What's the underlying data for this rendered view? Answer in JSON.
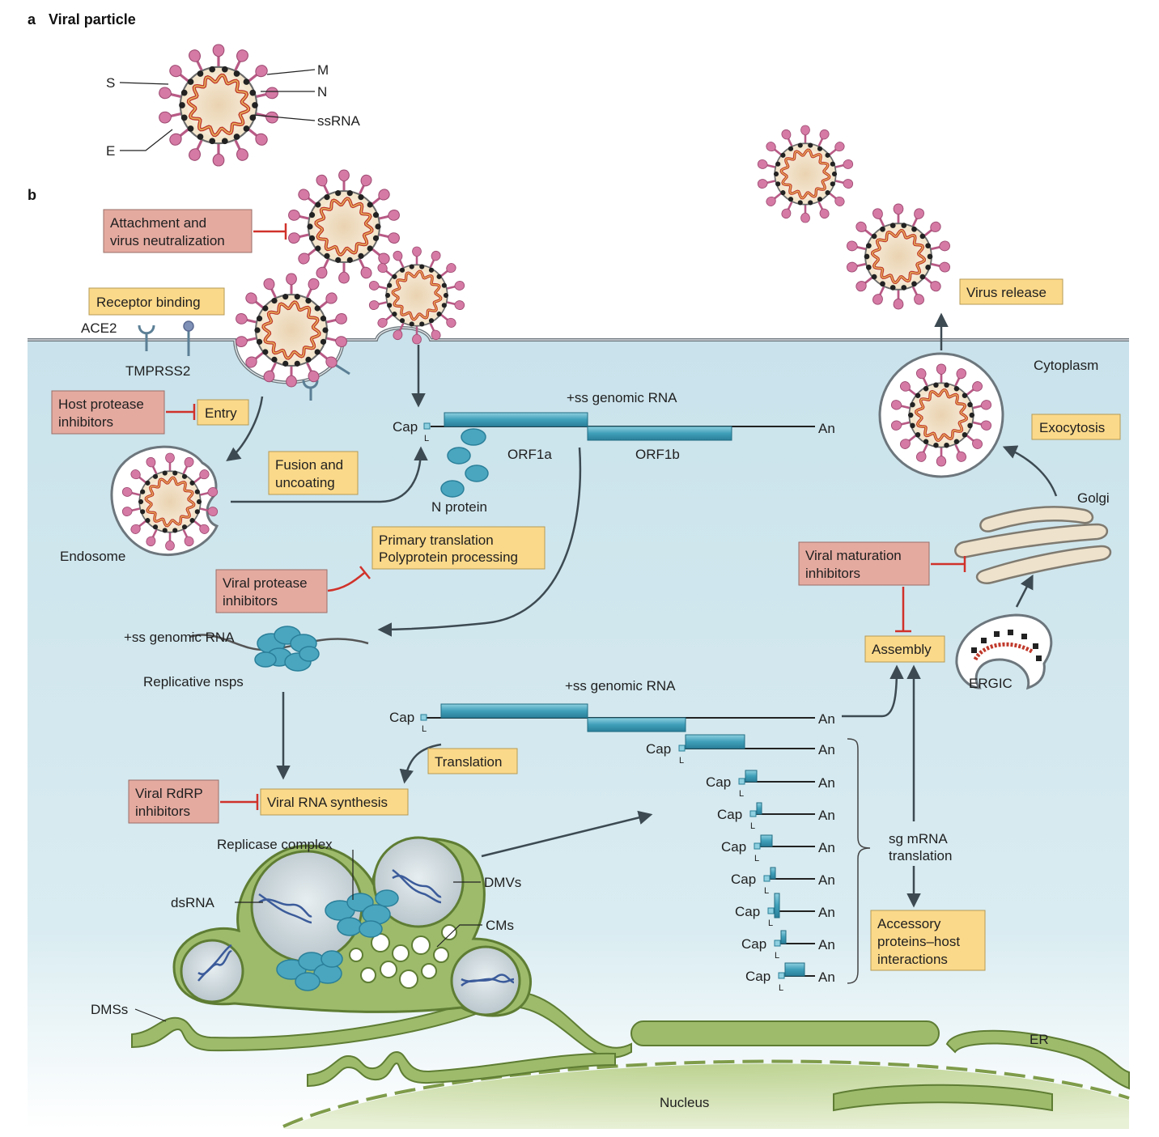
{
  "panel_a": {
    "letter": "a",
    "title": "Viral particle",
    "labels": {
      "s": "S",
      "e": "E",
      "m": "M",
      "n": "N",
      "ssrna": "ssRNA"
    }
  },
  "panel_b": {
    "letter": "b",
    "step_boxes": {
      "receptor_binding": "Receptor binding",
      "entry": "Entry",
      "fusion_line1": "Fusion and",
      "fusion_line2": "uncoating",
      "primary_line1": "Primary translation",
      "primary_line2": "Polyprotein processing",
      "translation": "Translation",
      "viral_rna_synthesis": "Viral RNA synthesis",
      "assembly": "Assembly",
      "exocytosis": "Exocytosis",
      "virus_release": "Virus release",
      "accessory_line1": "Accessory",
      "accessory_line2": "proteins–host",
      "accessory_line3": "interactions"
    },
    "inhibitor_boxes": {
      "attachment_line1": "Attachment and",
      "attachment_line2": "virus neutralization",
      "host_protease_line1": "Host protease",
      "host_protease_line2": "inhibitors",
      "viral_protease_line1": "Viral protease",
      "viral_protease_line2": "inhibitors",
      "rdrp_line1": "Viral RdRP",
      "rdrp_line2": "inhibitors",
      "maturation_line1": "Viral maturation",
      "maturation_line2": "inhibitors"
    },
    "labels": {
      "ace2": "ACE2",
      "tmprss2": "TMPRSS2",
      "cytoplasm": "Cytoplasm",
      "endosome": "Endosome",
      "genomic_rna": "+ss genomic RNA",
      "cap": "Cap",
      "l": "L",
      "an": "An",
      "orf1a": "ORF1a",
      "orf1b": "ORF1b",
      "n_protein": "N protein",
      "replicative_nsps": "Replicative nsps",
      "replicase_complex": "Replicase complex",
      "dsrna": "dsRNA",
      "dmvs": "DMVs",
      "cms": "CMs",
      "dmss": "DMSs",
      "er": "ER",
      "nucleus": "Nucleus",
      "golgi": "Golgi",
      "ergic": "ERGIC",
      "sg_line1": "sg mRNA",
      "sg_line2": "translation"
    }
  },
  "colors": {
    "inhibitor_box": "#e4aaa0",
    "step_box": "#fbd98a",
    "cytoplasm": "#cfe5ec",
    "membrane_green": "#9dbb6b",
    "spike_pink": "#d57aa4",
    "rna_bar": "#4aa6bf",
    "inhibition_red": "#d0322b",
    "arrow_gray": "#3d4a52"
  }
}
